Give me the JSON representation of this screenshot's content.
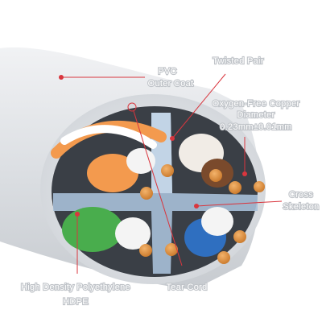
{
  "labels": {
    "pvc_line1": "PVC",
    "pvc_line2": "Outer Coat",
    "twisted_pair": "Twisted Pair",
    "copper_line1": "Oxygen-Free Copper",
    "copper_line2": "Diameter",
    "copper_line3": "0.23mm±0.01mm",
    "cross_line1": "Cross",
    "cross_line2": "Skeleton",
    "hdpe_line1": "High Density Polyethylene",
    "hdpe_line2": "HDPE",
    "tear_cord": "Tear Cord"
  },
  "colors": {
    "jacket": "#dcdfe3",
    "separator": "#a9c0d8",
    "orange": "#f39a4e",
    "brown": "#7a4a2c",
    "green": "#49ad4d",
    "blue": "#2f6fc0",
    "copper": "#d98a3a",
    "leader_line": "#d9363e"
  }
}
